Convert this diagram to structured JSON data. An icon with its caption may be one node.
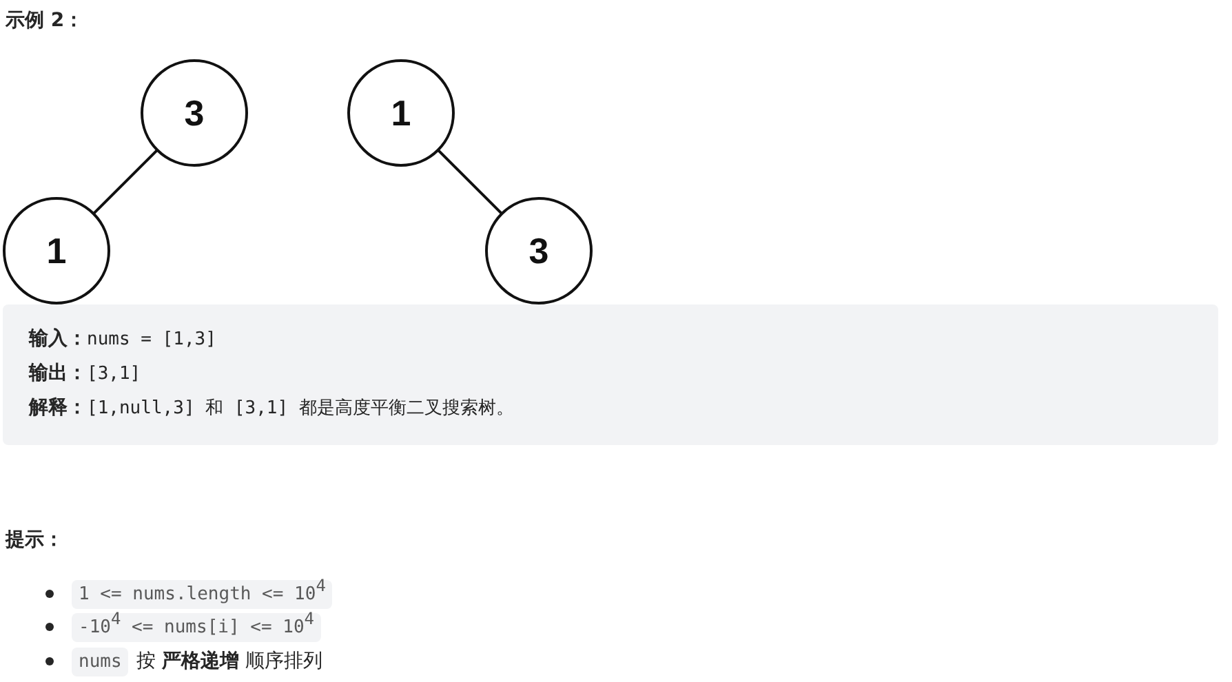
{
  "diagram": {
    "title": "示例 2：",
    "nodes": [
      {
        "text": [
          "3"
        ]
      },
      {
        "text": [
          "1"
        ]
      },
      {
        "text": [
          "1"
        ]
      },
      {
        "text": [
          "3"
        ]
      },
      {
        "text": [
          "**输入：**nums = [1,3]",
          "**输出：**[3,1]",
          "**解释：**[1,null,3] 和 [3,1] 都是高度平衡二叉搜索树。"
        ]
      }
    ],
    "edges": [
      {
        "from": 0,
        "to": 1,
        "arrow": "none"
      },
      {
        "from": 2,
        "to": 3,
        "arrow": "none"
      }
    ],
    "labels": [
      "提示：",
      "1 <= nums.length <= 10$^{4}$",
      "-10$^{4}$ <= nums[i] <= 10$^{4}$",
      "nums",
      "按 **严格递增** 顺序排列"
    ]
  }
}
